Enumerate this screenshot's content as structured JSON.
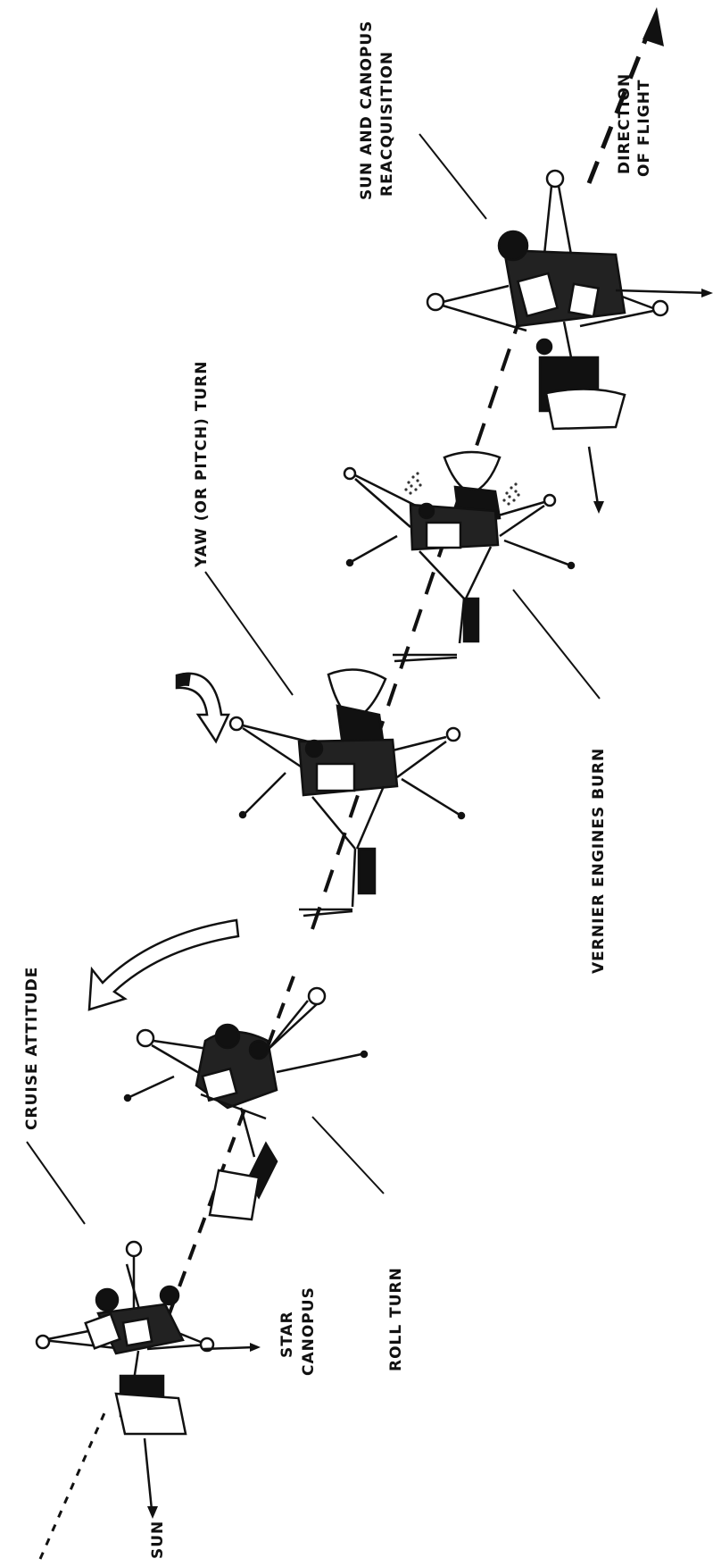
{
  "labels": {
    "sun_canopus_line1": "SUN AND CANOPUS",
    "sun_canopus_line2": "REACQUISITION",
    "direction_line1": "DIRECTION",
    "direction_line2": "OF FLIGHT",
    "yaw_turn": "YAW (OR PITCH) TURN",
    "vernier_burn": "VERNIER ENGINES BURN",
    "cruise_attitude": "CRUISE ATTITUDE",
    "roll_turn": "ROLL TURN",
    "star_line1": "STAR",
    "star_line2": "CANOPUS",
    "sun": "SUN"
  }
}
